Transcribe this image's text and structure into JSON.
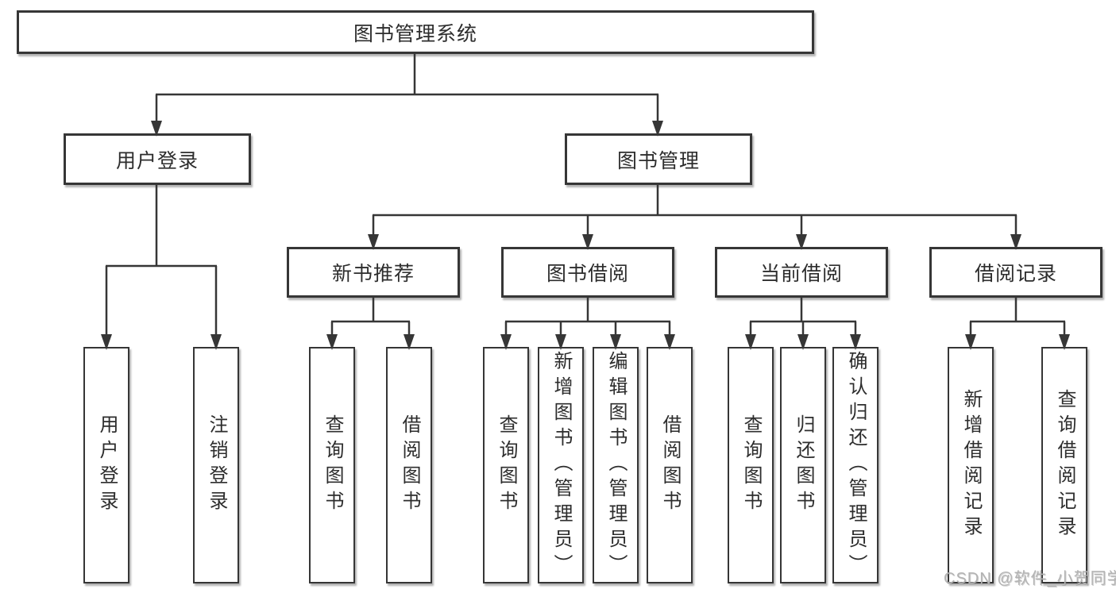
{
  "tree": {
    "root": "图书管理系统",
    "branches": [
      {
        "label": "用户登录",
        "children": [
          "用户登录",
          "注销登录"
        ]
      },
      {
        "label": "图书管理",
        "groups": [
          {
            "label": "新书推荐",
            "children": [
              "查询图书",
              "借阅图书"
            ]
          },
          {
            "label": "图书借阅",
            "children": [
              "查询图书",
              "新增图书（管理员）",
              "编辑图书（管理员）",
              "借阅图书"
            ]
          },
          {
            "label": "当前借阅",
            "children": [
              "查询图书",
              "归还图书",
              "确认归还（管理员）"
            ]
          },
          {
            "label": "借阅记录",
            "children": [
              "新增借阅记录",
              "查询借阅记录"
            ]
          }
        ]
      }
    ]
  },
  "watermark": {
    "text": "CSDN @软件_小贺同学"
  },
  "colors": {
    "line": "#363636",
    "text": "#2d2d2d",
    "background": "#ffffff",
    "watermark": "#b3b3b3"
  }
}
